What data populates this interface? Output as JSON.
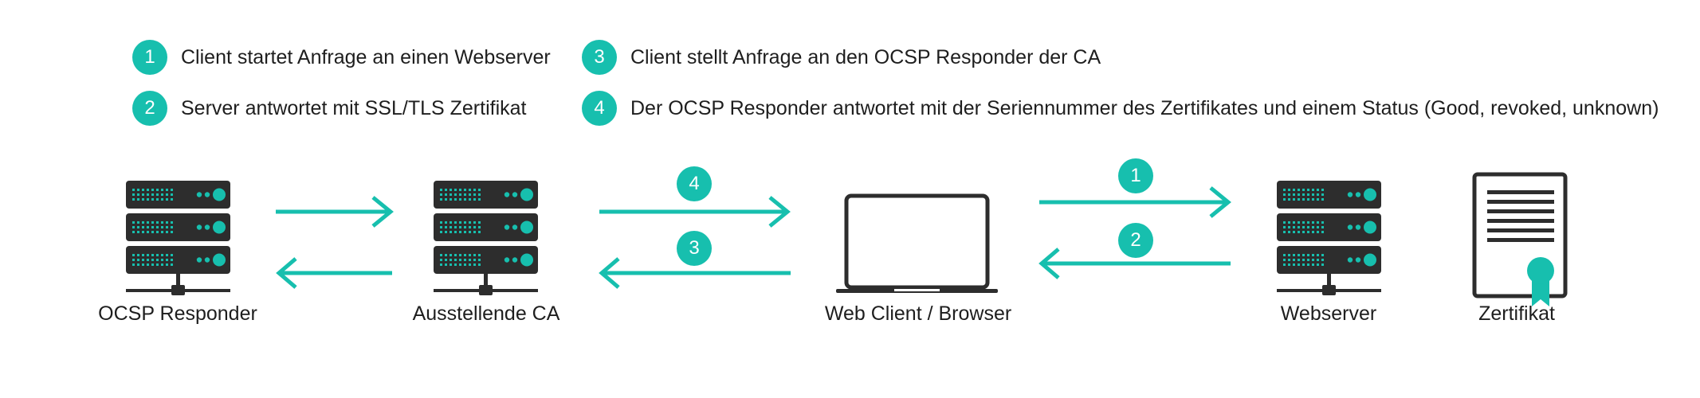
{
  "legend": [
    {
      "num": "1",
      "text": "Client startet Anfrage an einen Webserver"
    },
    {
      "num": "2",
      "text": "Server antwortet mit SSL/TLS Zertifikat"
    },
    {
      "num": "3",
      "text": "Client stellt Anfrage an den OCSP Responder der CA"
    },
    {
      "num": "4",
      "text": "Der OCSP Responder antwortet mit der Seriennummer des Zertifikates und einem Status (Good, revoked, unknown)"
    }
  ],
  "nodes": {
    "ocsp": "OCSP Responder",
    "ca": "Ausstellende CA",
    "client": "Web Client / Browser",
    "webserver": "Webserver",
    "cert": "Zertifikat"
  },
  "arrow_labels": {
    "a1": "1",
    "a2": "2",
    "a3": "3",
    "a4": "4"
  },
  "colors": {
    "accent": "#17bfae",
    "icon_dark": "#2d2d2d"
  }
}
